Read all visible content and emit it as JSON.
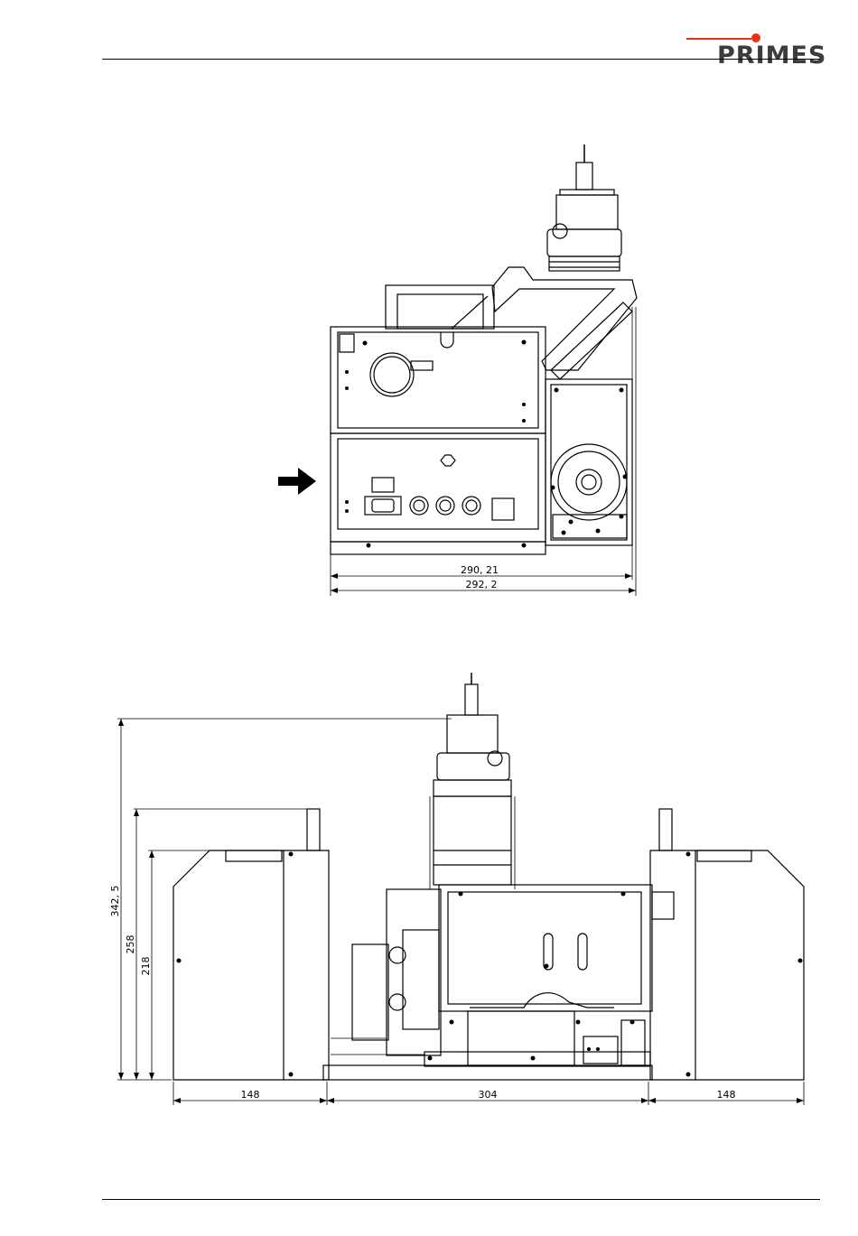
{
  "brand": {
    "name": "PRIMES",
    "accent_color": "#e63312",
    "text_color": "#3c3c3c"
  },
  "top_view": {
    "dimensions": {
      "inner_width": "290, 21",
      "outer_width": "292, 2"
    },
    "arrow_icon": "right-arrow-icon"
  },
  "side_view": {
    "dimensions": {
      "total_height": "342, 5",
      "arm_height": "258",
      "box_height": "218",
      "left_width": "148",
      "center_width": "304",
      "right_width": "148"
    }
  }
}
